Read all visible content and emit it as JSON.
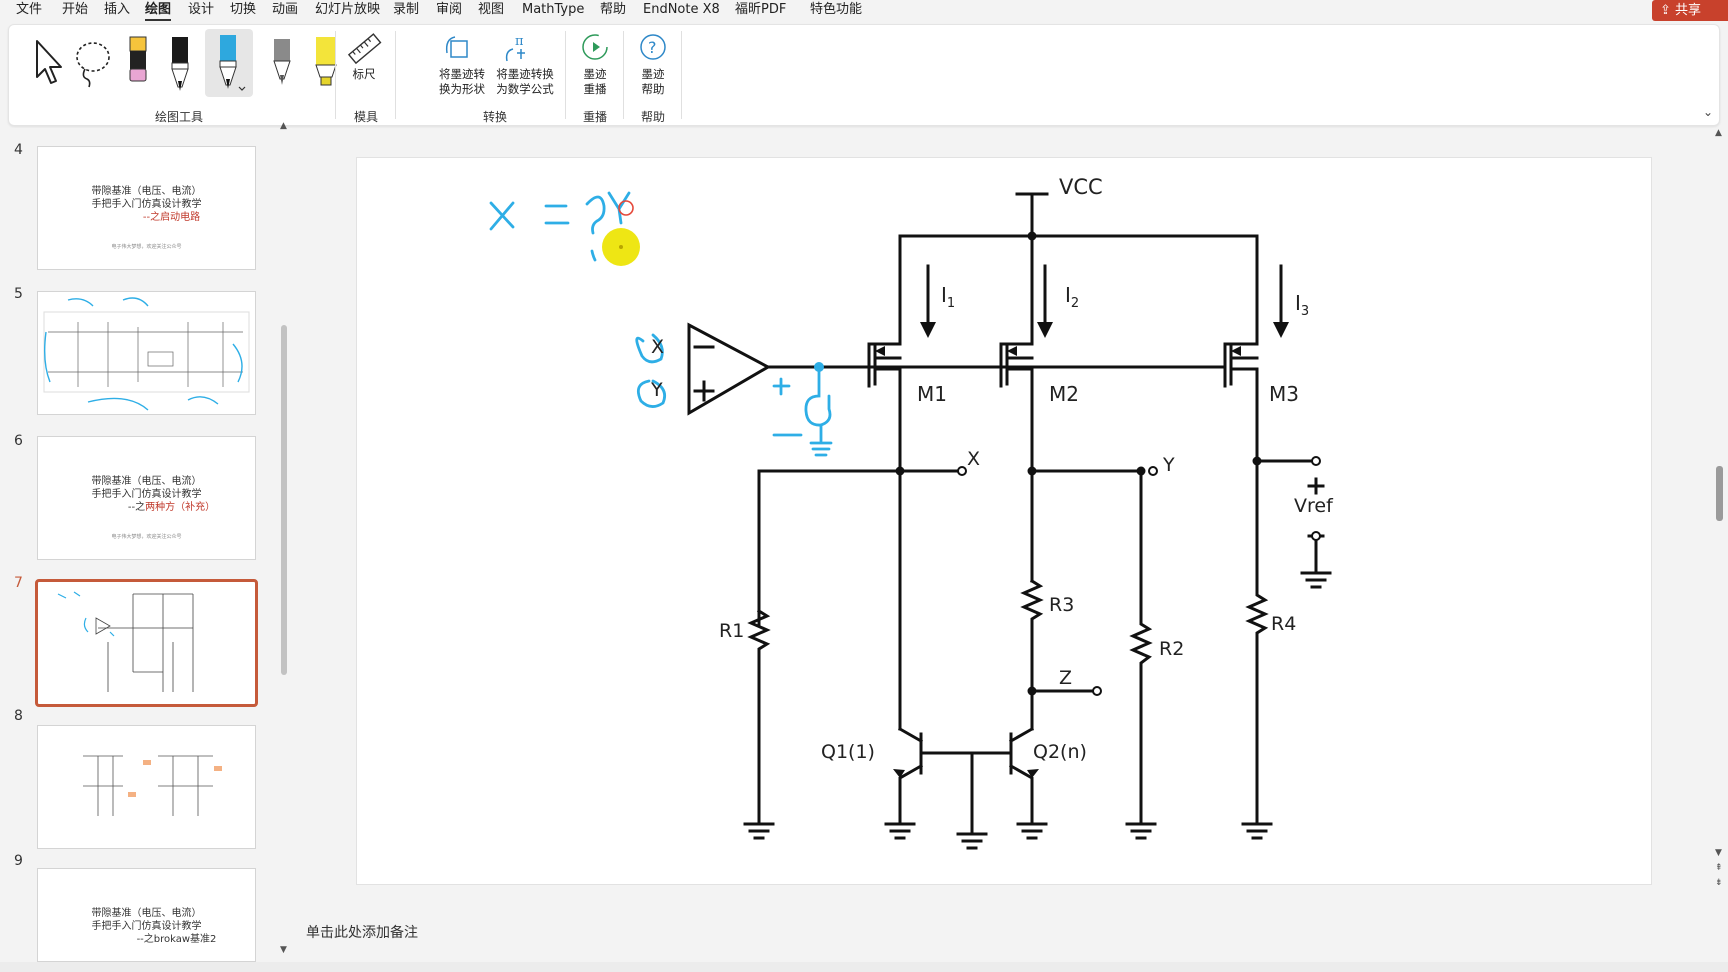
{
  "menu": {
    "items": [
      "文件",
      "开始",
      "插入",
      "绘图",
      "设计",
      "切换",
      "动画",
      "幻灯片放映",
      "录制",
      "审阅",
      "视图",
      "MathType",
      "帮助",
      "EndNote X8",
      "福昕PDF",
      "特色功能"
    ],
    "active_index": 3,
    "share_label": "共享"
  },
  "ribbon": {
    "drawing_tools_label": "绘图工具",
    "ruler_label": "标尺",
    "stencil_group": "模具",
    "ink_to_shape": "将墨迹转换为形状",
    "ink_to_math": "将墨迹转换为数学公式",
    "convert_group": "转换",
    "replay_label": "墨迹重播",
    "replay_group": "重播",
    "ink_help": "墨迹帮助",
    "help_group": "帮助",
    "tools": [
      "select-arrow",
      "lasso-select",
      "eraser",
      "black-pen",
      "blue-pen",
      "gray-pencil",
      "yellow-highlighter"
    ],
    "colors": {
      "active_pen": "#2ea8de",
      "highlighter": "#f3e43a"
    }
  },
  "slides": {
    "current": 7,
    "thumbs": [
      {
        "num": "4",
        "title1": "带隙基准（电压、电流）",
        "title2": "手把手入门仿真设计教学",
        "sub": "--之启动电路",
        "footer": "电子伟大梦想，欢迎关注公众号"
      },
      {
        "num": "5",
        "desc": "circuit with handwriting"
      },
      {
        "num": "6",
        "title1": "带隙基准（电压、电流）",
        "title2": "手把手入门仿真设计教学",
        "sub_prefix": "--之",
        "sub": "两种方（补充）",
        "footer": "电子伟大梦想，欢迎关注公众号"
      },
      {
        "num": "7",
        "desc": "current slide"
      },
      {
        "num": "8",
        "desc": "circuits"
      },
      {
        "num": "9",
        "title1": "带隙基准（电压、电流）",
        "title2": "手把手入门仿真设计教学",
        "sub": "--之brokaw基准2"
      }
    ]
  },
  "circuit": {
    "vcc": "VCC",
    "i1": "I1",
    "i2": "I2",
    "i3": "I3",
    "m1": "M1",
    "m2": "M2",
    "m3": "M3",
    "x": "X",
    "y": "Y",
    "z": "Z",
    "opamp_minus_in": "X",
    "opamp_plus_in": "Y",
    "r1": "R1",
    "r2": "R2",
    "r3": "R3",
    "r4": "R4",
    "q1": "Q1(1)",
    "q2": "Q2(n)",
    "vref": "Vref",
    "ink_color": "#2eaee6",
    "pointer_color": "#ede400"
  },
  "notes": {
    "placeholder": "单击此处添加备注"
  }
}
